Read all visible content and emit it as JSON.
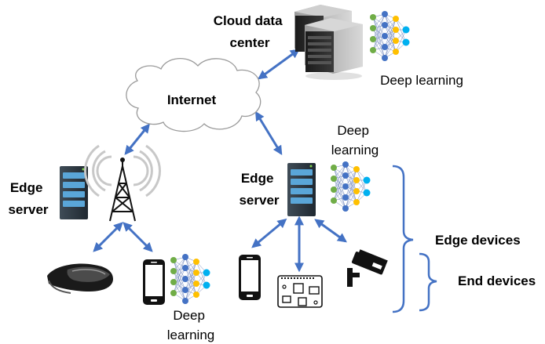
{
  "nodes": {
    "cloud_data_center": "Cloud data\ncenter",
    "internet": "Internet",
    "edge_server_left": "Edge\nserver",
    "edge_server_right": "Edge\nserver"
  },
  "deep_learning_labels": {
    "cloud": "Deep learning",
    "edge": "Deep\nlearning",
    "device": "Deep\nlearning"
  },
  "brackets": {
    "edge_devices": "Edge devices",
    "end_devices": "End devices"
  },
  "colors": {
    "arrow": "#4472c4",
    "bracket": "#4472c4",
    "nn_input": "#70ad47",
    "nn_hidden": "#4472c4",
    "nn_output_a": "#ffc000",
    "nn_output_b": "#00b0f0"
  },
  "icons": {
    "cloud_servers": "server-rack-icon",
    "internet": "cloud-icon",
    "edge_server": "server-tower-icon",
    "cell_tower": "cell-tower-icon",
    "vr_headset": "vr-headset-icon",
    "phone": "smartphone-icon",
    "raspberry_pi": "circuit-board-icon",
    "camera": "security-camera-icon",
    "neural_network": "neural-network-icon"
  }
}
